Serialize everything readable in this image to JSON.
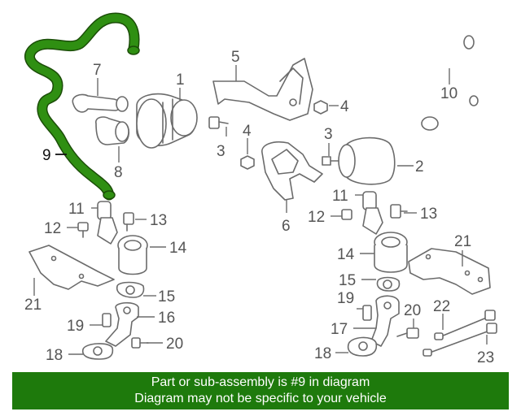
{
  "highlight_color": "#2f8f12",
  "banner": {
    "line1": "Part or sub-assembly is #9 in diagram",
    "line2": "Diagram may not be specific to your vehicle",
    "color": "#1e7a0c"
  },
  "callouts": {
    "c1": "1",
    "c2": "2",
    "c3a": "3",
    "c3b": "3",
    "c4a": "4",
    "c4b": "4",
    "c5": "5",
    "c6": "6",
    "c7": "7",
    "c8": "8",
    "c9": "9",
    "c10": "10",
    "c11a": "11",
    "c11b": "11",
    "c12a": "12",
    "c12b": "12",
    "c13a": "13",
    "c13b": "13",
    "c14a": "14",
    "c14b": "14",
    "c15a": "15",
    "c15b": "15",
    "c16": "16",
    "c17": "17",
    "c18a": "18",
    "c18b": "18",
    "c19a": "19",
    "c19b": "19",
    "c20a": "20",
    "c20b": "20",
    "c21a": "21",
    "c21b": "21",
    "c22": "22",
    "c23": "23"
  }
}
